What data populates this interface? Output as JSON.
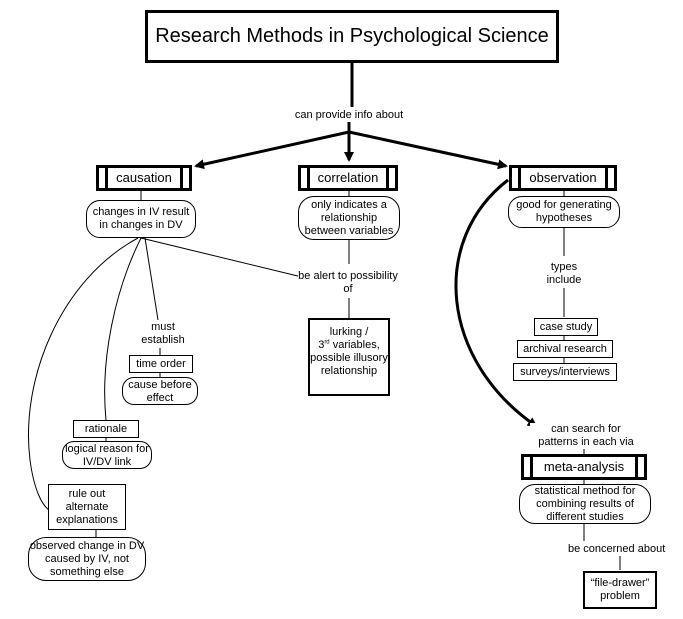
{
  "title": "Research Methods in Psychological Science",
  "link_provide": "can provide info about",
  "causation": {
    "label": "causation",
    "desc": "changes in IV result in changes in DV",
    "link_must": "must establish",
    "time_order": "time order",
    "time_order_desc": "cause before effect",
    "rationale": "rationale",
    "rationale_desc": "logical reason for IV/DV link",
    "rule_out": "rule out alternate explanations",
    "rule_out_desc": "observed change in DV caused by IV, not something else"
  },
  "correlation": {
    "label": "correlation",
    "desc": "only indicates a relationship between variables",
    "link_alert": "be alert to possibility of",
    "lurking_1": "lurking /",
    "lurking_num": "3",
    "lurking_sup": "rd",
    "lurking_2": " variables,",
    "lurking_3": "possible illusory relationship"
  },
  "observation": {
    "label": "observation",
    "desc": "good for generating hypotheses",
    "link_types": "types include",
    "types": [
      "case study",
      "archival research",
      "surveys/interviews"
    ]
  },
  "meta": {
    "link_search": "can search for patterns in each via",
    "label": "meta-analysis",
    "desc": "statistical method for combining results of different studies",
    "link_concern": "be concerned about",
    "problem": "“file-drawer” problem"
  }
}
